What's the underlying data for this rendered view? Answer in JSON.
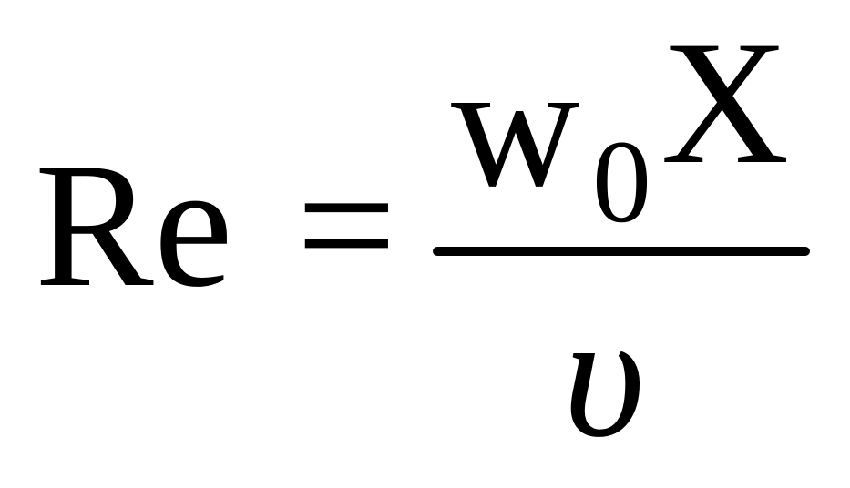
{
  "formula": {
    "lhs": "Re",
    "operator": "=",
    "numerator": {
      "base": "w",
      "subscript": "0",
      "factor": "X"
    },
    "denominator": "υ"
  }
}
